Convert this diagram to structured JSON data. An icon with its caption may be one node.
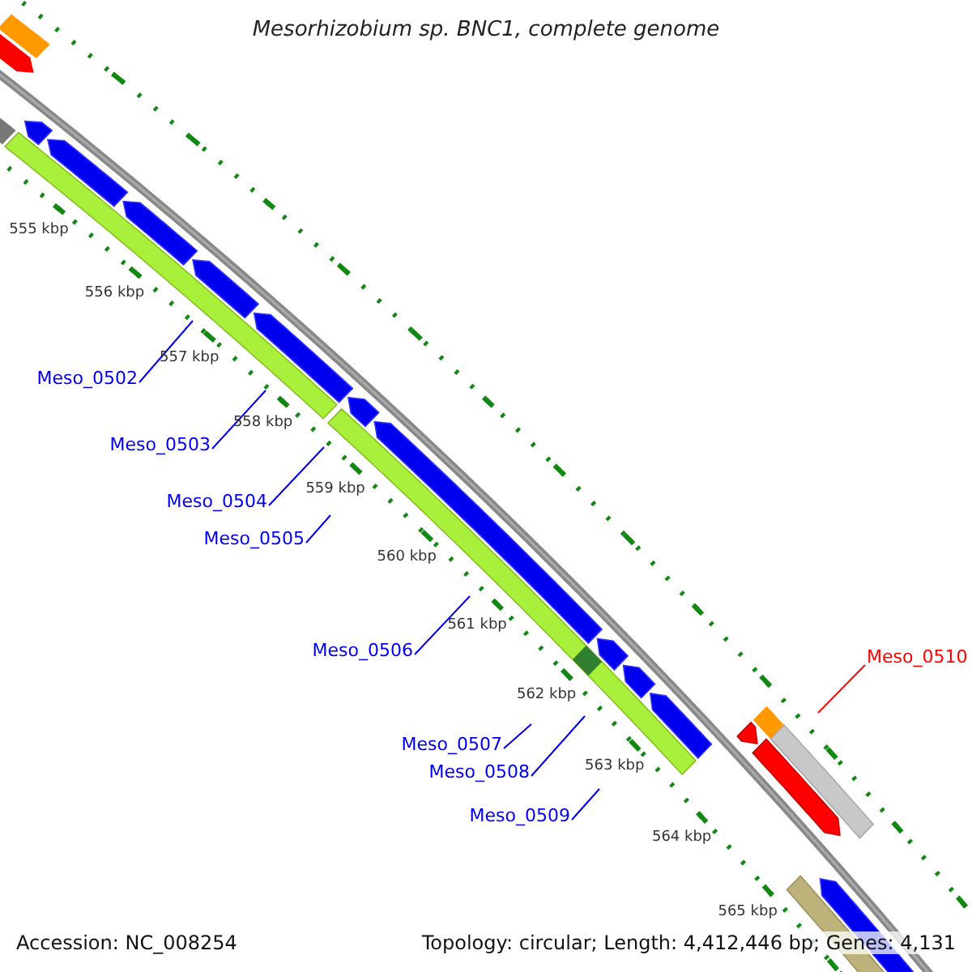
{
  "diagram": {
    "title": "Mesorhizobium sp. BNC1, complete genome",
    "nodes": [
      {
        "text": [
          "Meso_0502"
        ]
      },
      {
        "text": [
          "Meso_0503"
        ]
      },
      {
        "text": [
          "Meso_0504"
        ]
      },
      {
        "text": [
          "Meso_0505"
        ]
      },
      {
        "text": [
          "Meso_0506"
        ]
      },
      {
        "text": [
          "Meso_0507"
        ]
      },
      {
        "text": [
          "Meso_0508"
        ]
      },
      {
        "text": [
          "Meso_0509"
        ]
      },
      {
        "text": [
          "Meso_0510"
        ]
      }
    ],
    "edges": [
      {
        "from": 0,
        "to": null,
        "arrow": "none"
      },
      {
        "from": 1,
        "to": null,
        "arrow": "none"
      },
      {
        "from": 2,
        "to": null,
        "arrow": "none"
      },
      {
        "from": 3,
        "to": null,
        "arrow": "none"
      },
      {
        "from": 4,
        "to": null,
        "arrow": "none"
      },
      {
        "from": 5,
        "to": null,
        "arrow": "none"
      },
      {
        "from": 6,
        "to": null,
        "arrow": "none"
      },
      {
        "from": 7,
        "to": null,
        "arrow": "none"
      },
      {
        "from": 8,
        "to": null,
        "arrow": "none",
        "color": "#ff0000"
      }
    ],
    "labels": [
      "555 kbp",
      "556 kbp",
      "557 kbp",
      "558 kbp",
      "559 kbp",
      "560 kbp",
      "561 kbp",
      "562 kbp",
      "563 kbp",
      "564 kbp",
      "565 kbp",
      "Accession: NC_008254",
      "Topology: circular; Length: 4,412,446 bp; Genes: 4,131"
    ]
  }
}
